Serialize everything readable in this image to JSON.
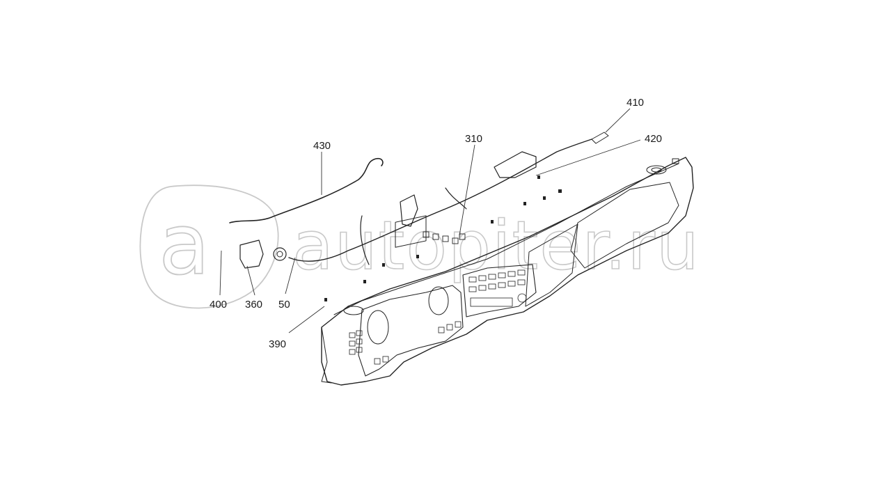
{
  "watermark": {
    "text": "autopiter.ru",
    "logo_letter": "a"
  },
  "callouts": {
    "c410": "410",
    "c420": "420",
    "c430": "430",
    "c310": "310",
    "c400": "400",
    "c360": "360",
    "c50": "50",
    "c390": "390"
  },
  "colors": {
    "ink": "#222222",
    "watermark_outline": "#c9c9c9",
    "background": "#ffffff"
  }
}
